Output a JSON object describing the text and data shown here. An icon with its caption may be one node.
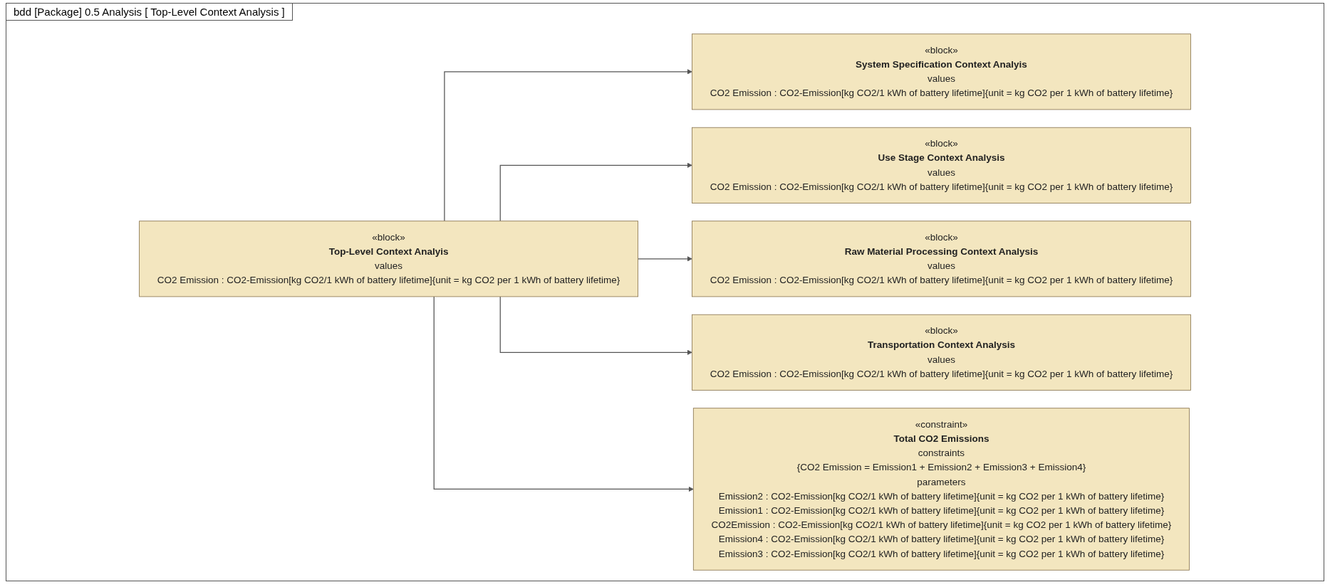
{
  "diagram": {
    "title": "bdd [Package] 0.5 Analysis [ Top-Level Context Analysis ]",
    "nodes": [
      {
        "text": [
          "«block»",
          "Top-Level Context Analyis",
          "values",
          "CO2 Emission : CO2-Emission[kg CO2/1 kWh of battery lifetime]{unit = kg CO2 per 1 kWh of battery lifetime}"
        ]
      },
      {
        "text": [
          "«block»",
          "System Specification Context Analyis",
          "values",
          "CO2 Emission : CO2-Emission[kg CO2/1 kWh of battery lifetime]{unit = kg CO2 per 1 kWh of battery lifetime}"
        ]
      },
      {
        "text": [
          "«block»",
          "Use Stage Context Analysis",
          "values",
          "CO2 Emission : CO2-Emission[kg CO2/1 kWh of battery lifetime]{unit = kg CO2 per 1 kWh of battery lifetime}"
        ]
      },
      {
        "text": [
          "«block»",
          "Raw Material Processing Context Analysis",
          "values",
          "CO2 Emission : CO2-Emission[kg CO2/1 kWh of battery lifetime]{unit = kg CO2 per 1 kWh of battery lifetime}"
        ]
      },
      {
        "text": [
          "«block»",
          "Transportation Context Analysis",
          "values",
          "CO2 Emission : CO2-Emission[kg CO2/1 kWh of battery lifetime]{unit = kg CO2 per 1 kWh of battery lifetime}"
        ]
      },
      {
        "text": [
          "«constraint»",
          "Total CO2 Emissions",
          "constraints",
          "{CO2 Emission = Emission1 + Emission2 + Emission3 + Emission4}",
          "parameters",
          "Emission2 : CO2-Emission[kg CO2/1 kWh of battery lifetime]{unit = kg CO2 per 1 kWh of battery lifetime}",
          "Emission1 : CO2-Emission[kg CO2/1 kWh of battery lifetime]{unit = kg CO2 per 1 kWh of battery lifetime}",
          "CO2Emission : CO2-Emission[kg CO2/1 kWh of battery lifetime]{unit = kg CO2 per 1 kWh of battery lifetime}",
          "Emission4 : CO2-Emission[kg CO2/1 kWh of battery lifetime]{unit = kg CO2 per 1 kWh of battery lifetime}",
          "Emission3 : CO2-Emission[kg CO2/1 kWh of battery lifetime]{unit = kg CO2 per 1 kWh of battery lifetime}"
        ]
      }
    ],
    "edges": [
      {
        "from": 0,
        "to": 1,
        "arrow": "to"
      },
      {
        "from": 0,
        "to": 2,
        "arrow": "to"
      },
      {
        "from": 0,
        "to": 3,
        "arrow": "to"
      },
      {
        "from": 0,
        "to": 4,
        "arrow": "to"
      },
      {
        "from": 0,
        "to": 5,
        "arrow": "to"
      }
    ]
  }
}
